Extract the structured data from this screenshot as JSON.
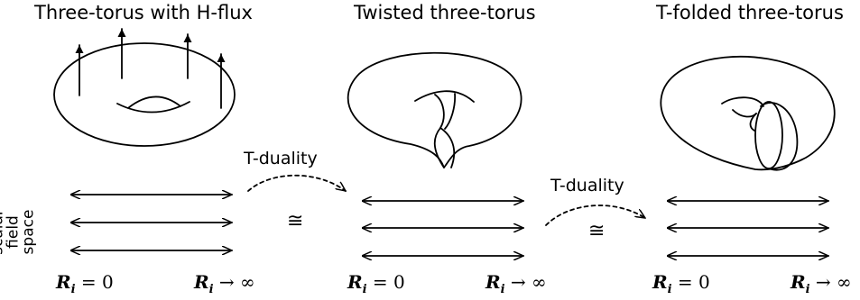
{
  "panels": [
    {
      "title": "Three-torus with H-flux",
      "r_left": "R_i = 0",
      "r_right": "R_i → ∞"
    },
    {
      "title": "Twisted three-torus",
      "r_left": "R_i = 0",
      "r_right": "R_i → ∞"
    },
    {
      "title": "T-folded three-torus",
      "r_left": "R_i = 0",
      "r_right": "R_i → ∞"
    }
  ],
  "tduality_labels": [
    "T-duality",
    "T-duality"
  ],
  "congruence_symbol": "≅",
  "axis_label_lines": [
    "scalar",
    "field space"
  ]
}
